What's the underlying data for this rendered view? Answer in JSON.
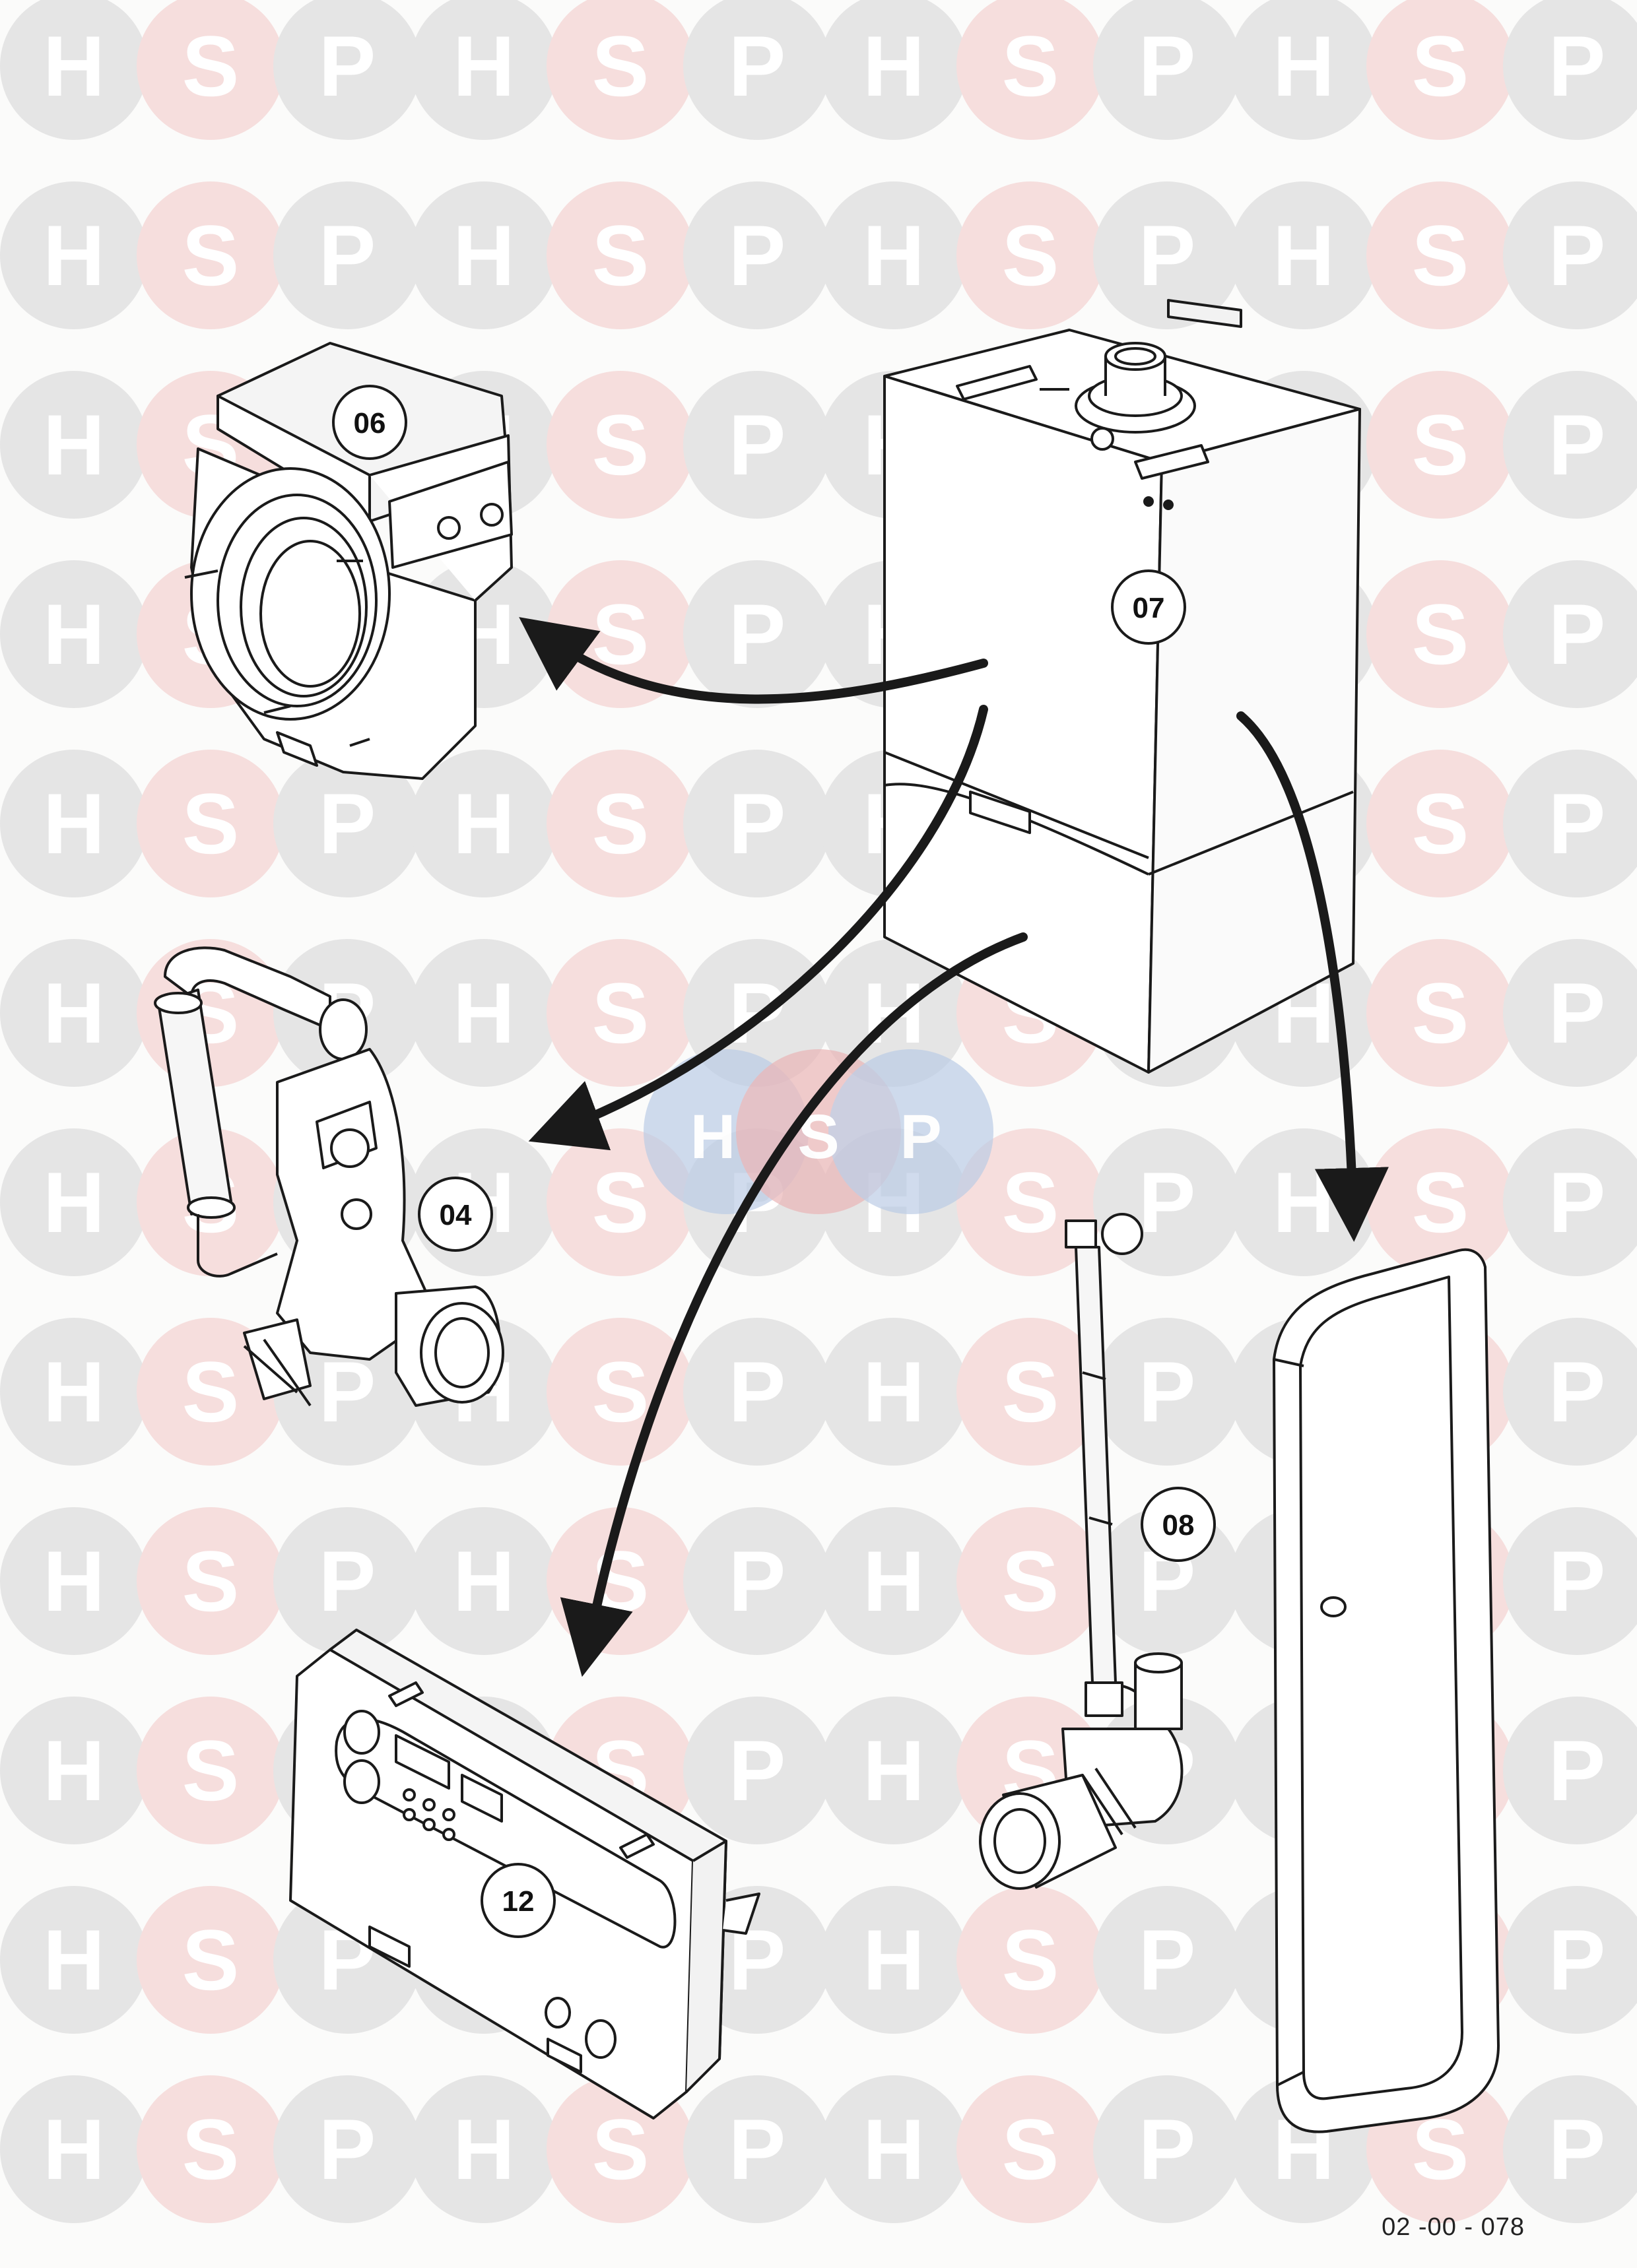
{
  "diagram": {
    "callouts": [
      {
        "id": "c06",
        "label": "06"
      },
      {
        "id": "c07",
        "label": "07"
      },
      {
        "id": "c04",
        "label": "04"
      },
      {
        "id": "c08",
        "label": "08"
      },
      {
        "id": "c12",
        "label": "12"
      }
    ],
    "drawing_reference": "02 -00 - 078"
  },
  "watermark": {
    "letters": [
      "H",
      "S",
      "P"
    ],
    "colors": {
      "grey": "#e5e5e5",
      "pink": "#f6dedd",
      "letter": "#ffffff"
    },
    "center_colors": {
      "blue": "#b9cbe5",
      "pink": "#eab3b4"
    }
  },
  "colors": {
    "line": "#1a1a1a",
    "fill": "#ffffff",
    "shade": "#f2f2f2"
  }
}
